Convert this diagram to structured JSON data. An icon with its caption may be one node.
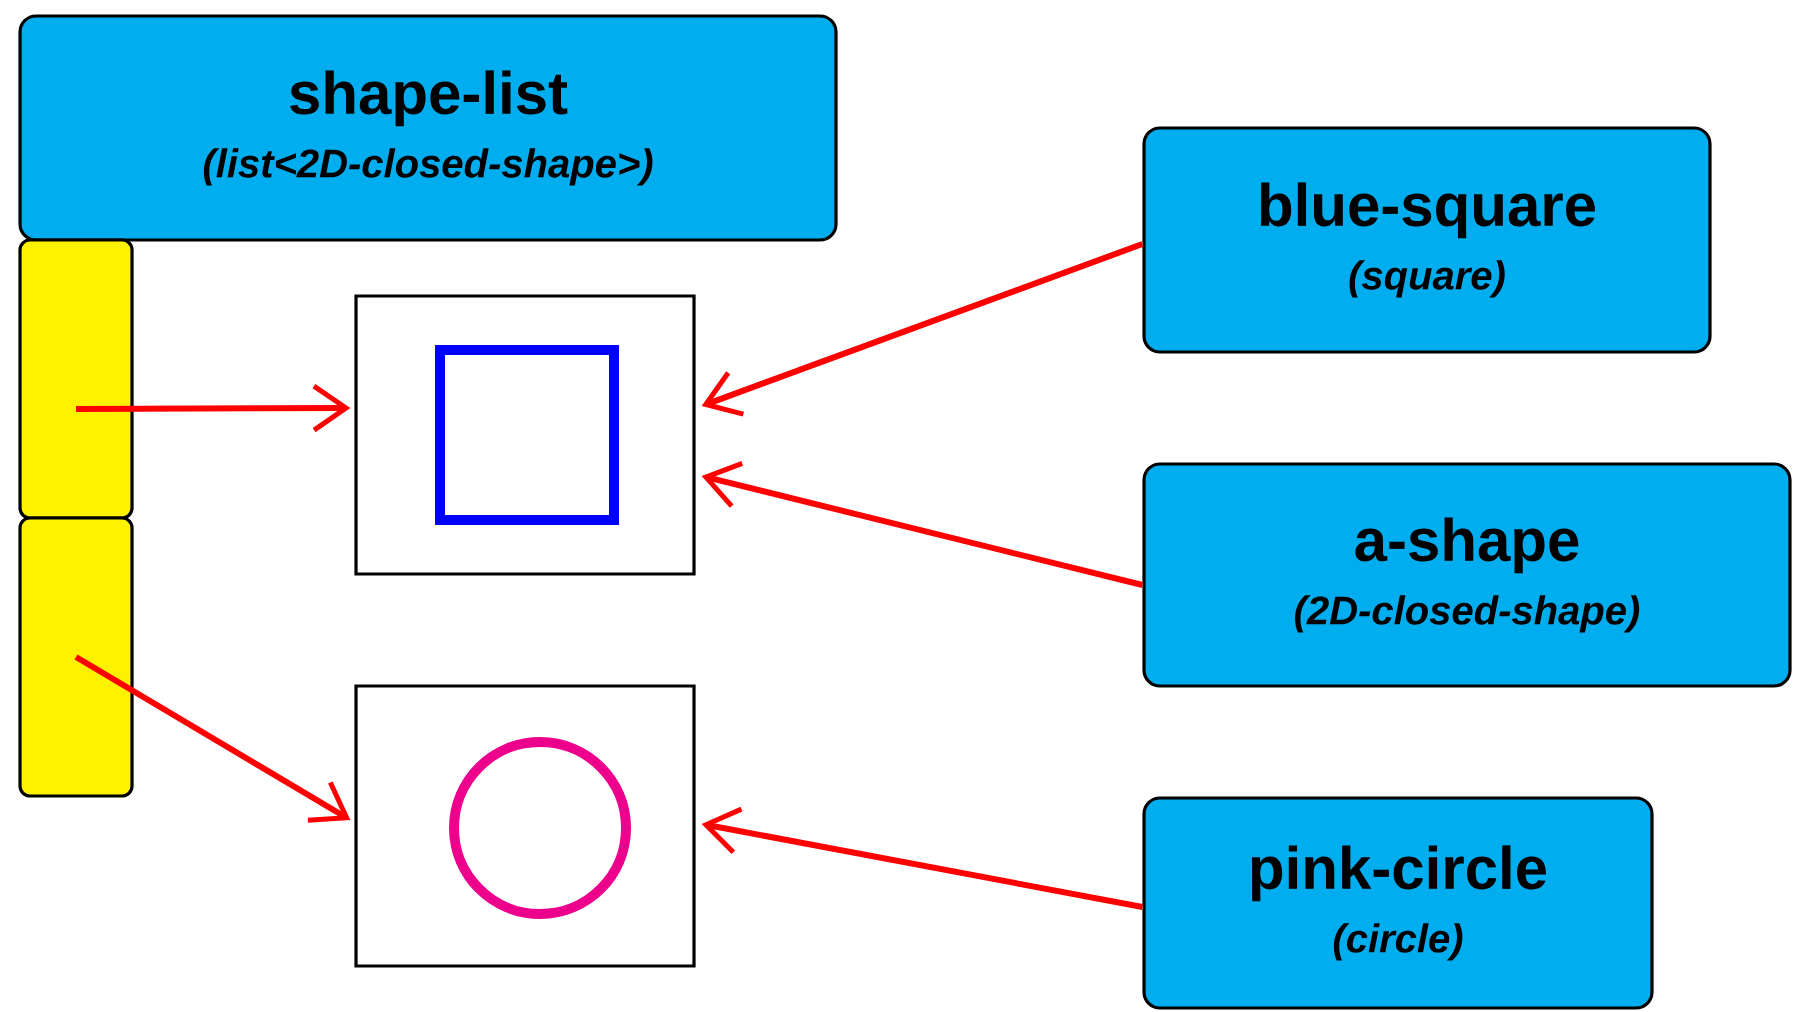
{
  "diagram": {
    "nodes": [
      {
        "text": [
          "shape-list",
          "(list<2D-closed-shape>)"
        ]
      },
      {
        "text": [],
        "shape": "box"
      },
      {
        "text": [],
        "shape": "box"
      },
      {
        "text": [],
        "shape": "box"
      },
      {
        "text": [],
        "shape": "box"
      },
      {
        "text": [
          "blue-square",
          "(square)"
        ]
      },
      {
        "text": [
          "a-shape",
          "(2D-closed-shape)"
        ]
      },
      {
        "text": [
          "pink-circle",
          "(circle)"
        ]
      }
    ],
    "edges": [
      {
        "from": 1,
        "to": 3,
        "arrow": "to"
      },
      {
        "from": 2,
        "to": 4,
        "arrow": "to"
      },
      {
        "from": 5,
        "to": 3,
        "arrow": "to"
      },
      {
        "from": 6,
        "to": 3,
        "arrow": "to"
      },
      {
        "from": 7,
        "to": 4,
        "arrow": "to"
      }
    ]
  }
}
